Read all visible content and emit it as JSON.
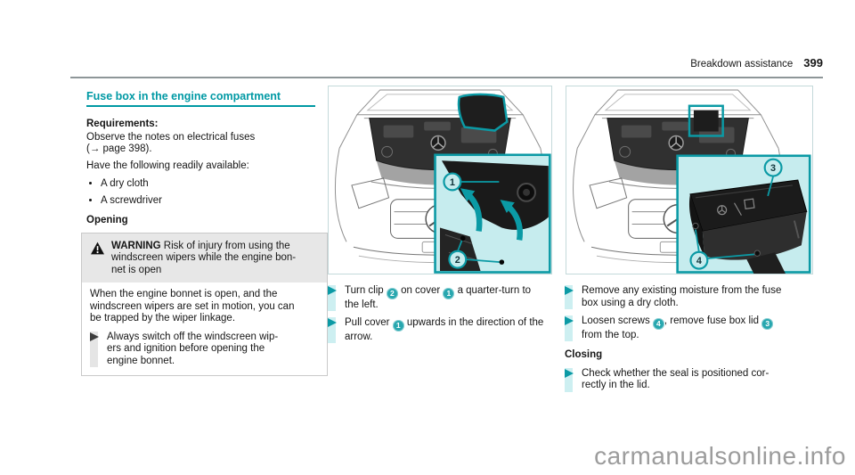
{
  "colors": {
    "accent": "#0099a4",
    "accent-light": "#c6ecee",
    "badge": "#28a7af",
    "warn-bg": "#e7e7e7",
    "watermark": "#9c9c9c"
  },
  "header": {
    "section": "Breakdown assistance",
    "page_number": "399"
  },
  "left_column": {
    "title": "Fuse box in the engine compartment",
    "requirements_heading": "Requirements:",
    "requirements_body": "Observe the notes on electrical fuses\n(→ page 398).",
    "prepare_line": "Have the following readily available:",
    "checklist": [
      "A dry cloth",
      "A screwdriver"
    ],
    "opening_heading": "Opening",
    "warning": {
      "label": "WARNING",
      "title_rest": " Risk of injury from using the\nwindscreen wipers while the engine bon-\nnet is open",
      "body": "When the engine bonnet is open, and the\nwindscreen wipers are set in motion, you can\nbe trapped by the wiper linkage.",
      "step": "Always switch off the windscreen wip-\ners and ignition before opening the\nengine bonnet."
    }
  },
  "middle_column": {
    "figure": {
      "callouts": [
        "1",
        "2"
      ]
    },
    "steps": [
      {
        "text": "Turn clip {2} on cover {1} a quarter-turn to\nthe left."
      },
      {
        "text": "Pull cover {1} upwards in the direction of the\narrow."
      }
    ]
  },
  "right_column": {
    "figure": {
      "callouts": [
        "3",
        "4"
      ]
    },
    "steps": [
      {
        "text": "Remove any existing moisture from the fuse\nbox using a dry cloth."
      },
      {
        "text": "Loosen screws {4}, remove fuse box lid {3}\nfrom the top."
      }
    ],
    "closing_heading": "Closing",
    "closing_steps": [
      {
        "text": "Check whether the seal is positioned cor-\nrectly in the lid."
      }
    ]
  },
  "watermark": "carmanualsonline.info"
}
